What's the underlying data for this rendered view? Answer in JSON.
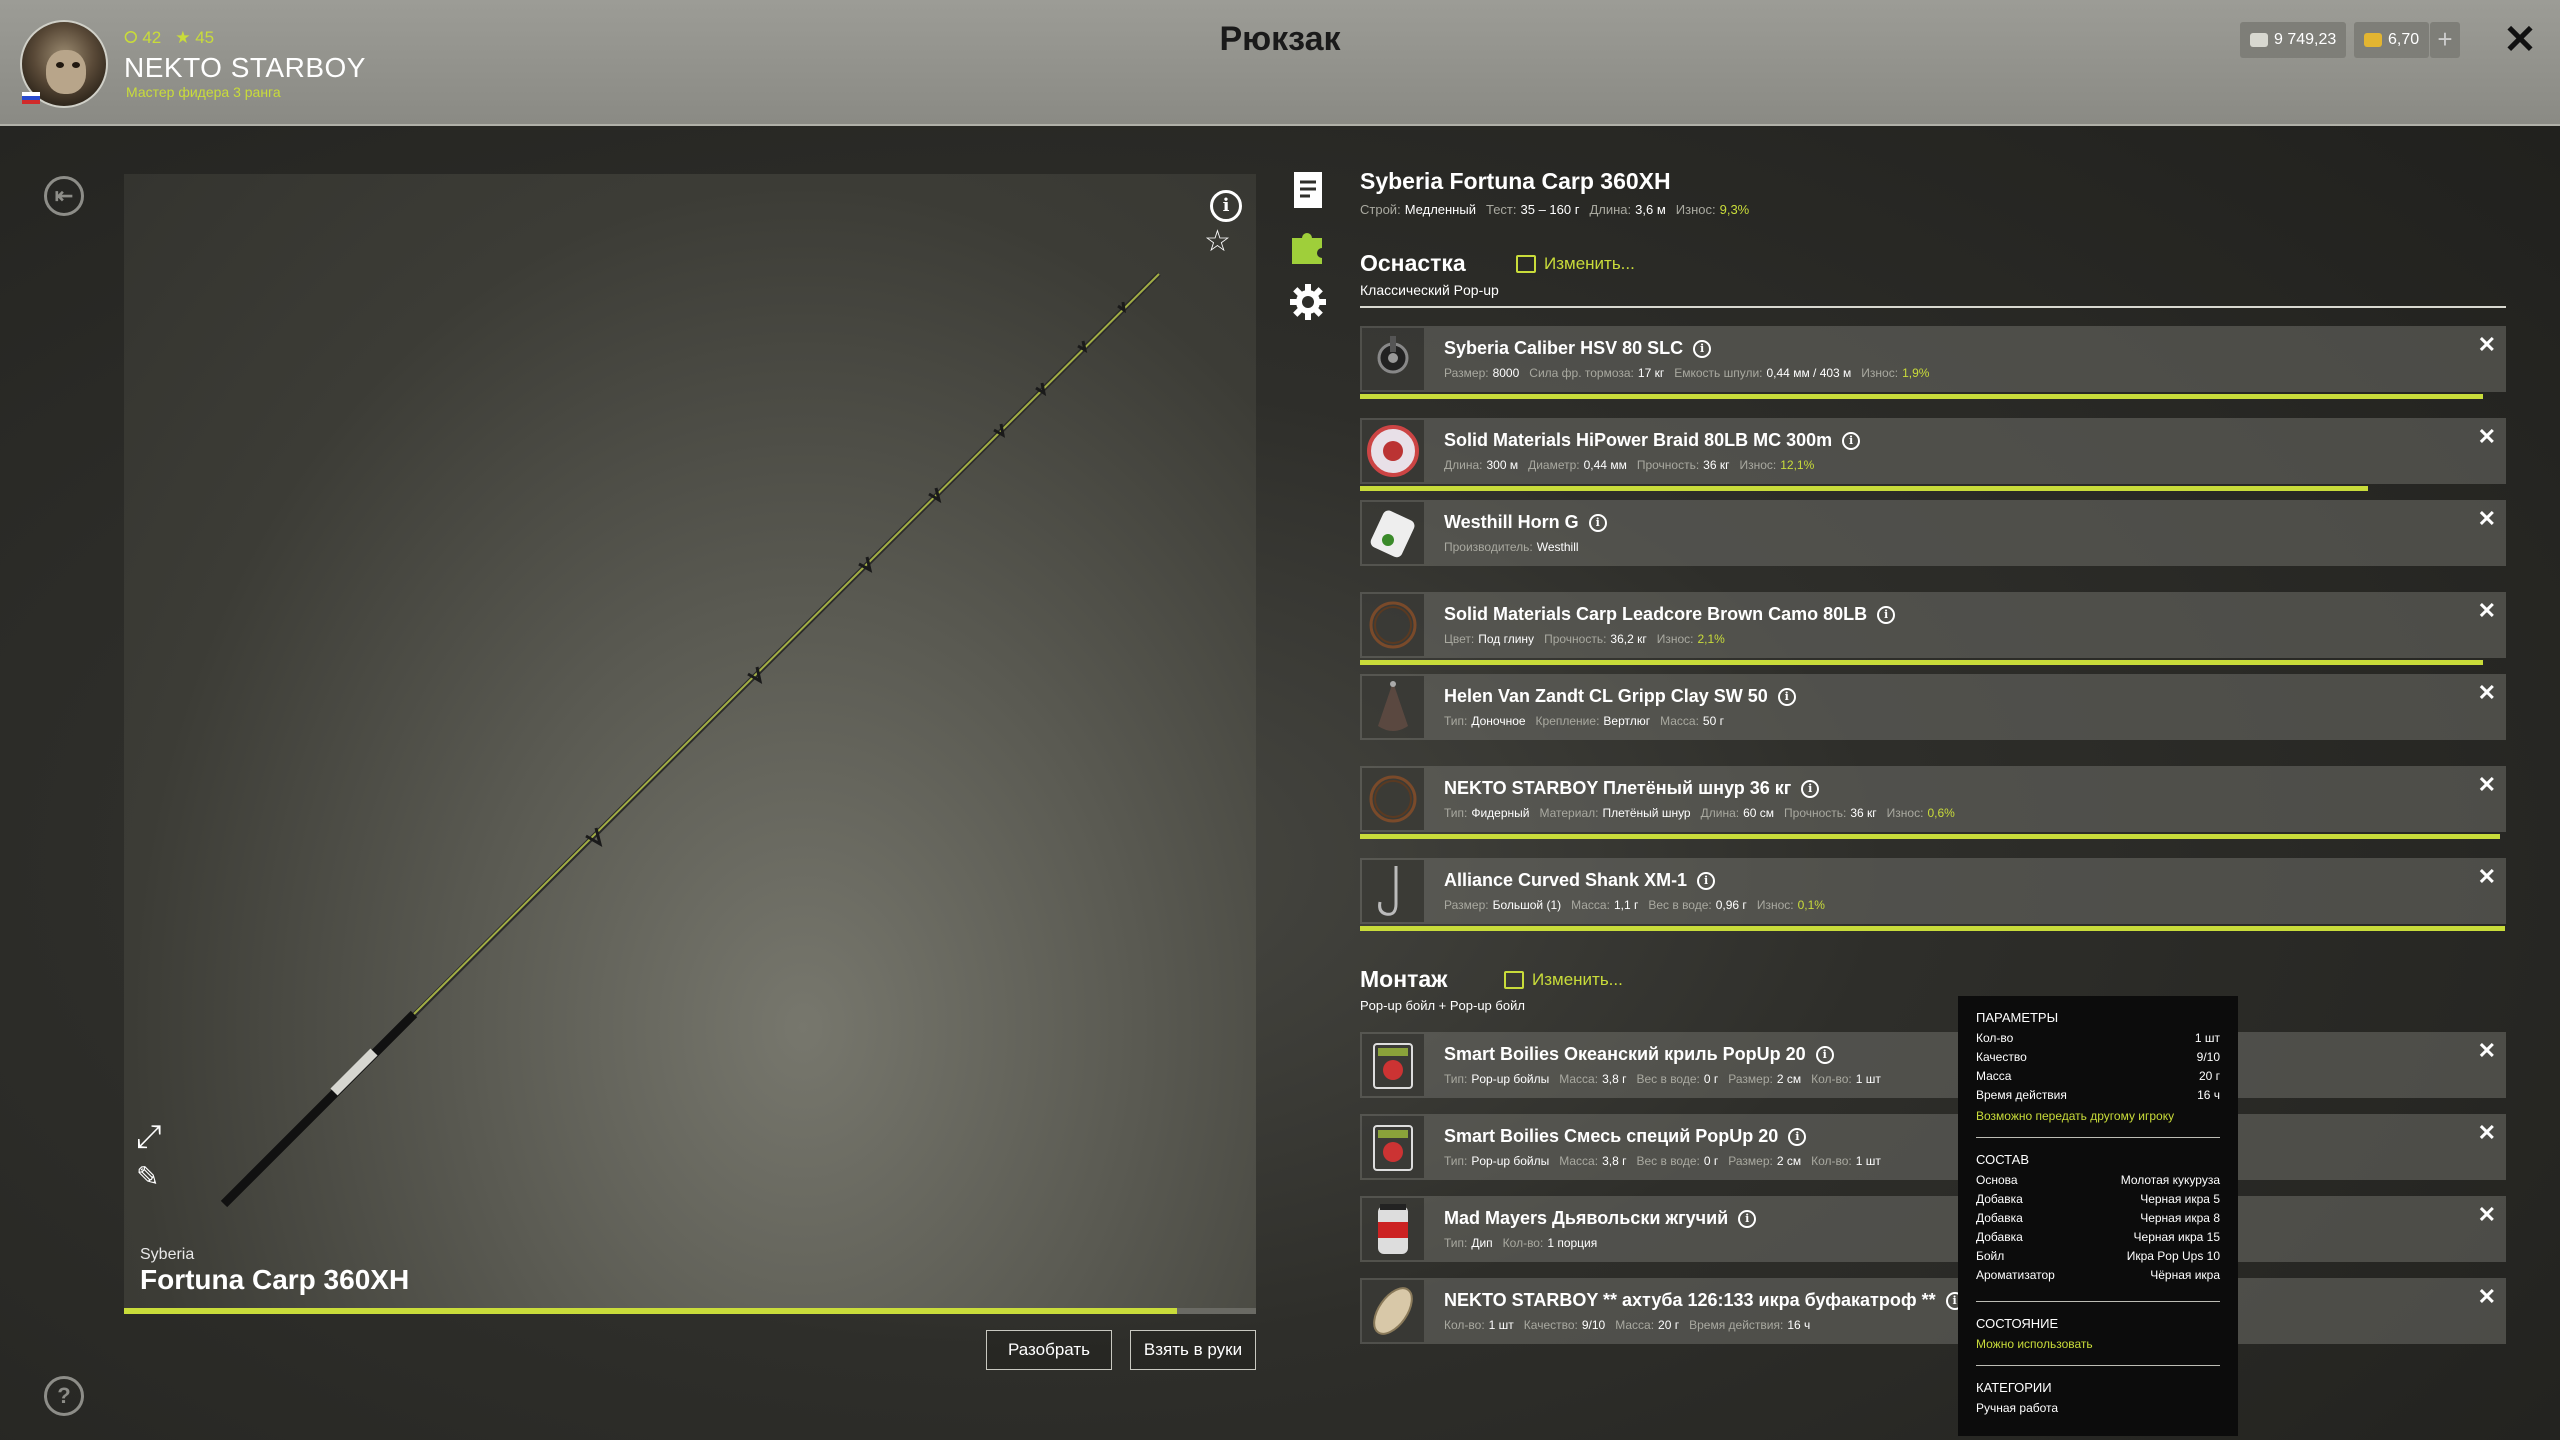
{
  "header": {
    "title": "Рюкзак",
    "player": {
      "level": "42",
      "stars": "45",
      "name": "NEKTO STARBOY",
      "rank": "Мастер фидера 3 ранга"
    },
    "currency_silver": "9 749,23",
    "currency_gold": "6,70",
    "plus": "+",
    "close": "✕"
  },
  "viewer": {
    "brand": "Syberia",
    "name": "Fortuna Carp 360XH",
    "wear_fraction": 0.93,
    "btn_disassemble": "Разобрать",
    "btn_take": "Взять в руки"
  },
  "item": {
    "title": "Syberia Fortuna Carp 360XH",
    "stats": [
      {
        "k": "Строй:",
        "v": "Медленный"
      },
      {
        "k": "Тест:",
        "v": "35 – 160 г"
      },
      {
        "k": "Длина:",
        "v": "3,6 м"
      },
      {
        "k": "Износ:",
        "v": "9,3%",
        "green": true
      }
    ]
  },
  "rig": {
    "title": "Оснастка",
    "edit": "Изменить...",
    "subtitle": "Классический Pop-up",
    "rows": [
      {
        "name": "Syberia Caliber HSV 80 SLC",
        "info": [
          {
            "k": "Размер:",
            "v": "8000"
          },
          {
            "k": "Сила фр. тормоза:",
            "v": "17 кг"
          },
          {
            "k": "Емкость шпули:",
            "v": "0,44 мм / 403 м"
          },
          {
            "k": "Износ:",
            "v": "1,9%",
            "g": true
          }
        ],
        "bar": 0.98,
        "thumb": "reel"
      },
      {
        "name": "Solid Materials HiPower Braid 80LB MC 300m",
        "info": [
          {
            "k": "Длина:",
            "v": "300 м"
          },
          {
            "k": "Диаметр:",
            "v": "0,44 мм"
          },
          {
            "k": "Прочность:",
            "v": "36 кг"
          },
          {
            "k": "Износ:",
            "v": "12,1%",
            "g": true
          }
        ],
        "bar": 0.88,
        "thumb": "spool"
      },
      {
        "name": "Westhill Horn G",
        "info": [
          {
            "k": "Производитель:",
            "v": "Westhill"
          }
        ],
        "bar": null,
        "thumb": "horn"
      },
      {
        "name": "Solid Materials Carp Leadcore Brown Camo 80LB",
        "info": [
          {
            "k": "Цвет:",
            "v": "Под глину"
          },
          {
            "k": "Прочность:",
            "v": "36,2 кг"
          },
          {
            "k": "Износ:",
            "v": "2,1%",
            "g": true
          }
        ],
        "bar": 0.98,
        "thumb": "coil"
      },
      {
        "name": "Helen Van Zandt CL Gripp Clay SW 50",
        "info": [
          {
            "k": "Тип:",
            "v": "Доночное"
          },
          {
            "k": "Крепление:",
            "v": "Вертлюг"
          },
          {
            "k": "Масса:",
            "v": "50 г"
          }
        ],
        "bar": null,
        "thumb": "lead"
      },
      {
        "name": "NEKTO STARBOY Плетёный шнур 36 кг",
        "info": [
          {
            "k": "Тип:",
            "v": "Фидерный"
          },
          {
            "k": "Материал:",
            "v": "Плетёный шнур"
          },
          {
            "k": "Длина:",
            "v": "60 см"
          },
          {
            "k": "Прочность:",
            "v": "36 кг"
          },
          {
            "k": "Износ:",
            "v": "0,6%",
            "g": true
          }
        ],
        "bar": 0.995,
        "thumb": "coil"
      },
      {
        "name": "Alliance Curved Shank XM-1",
        "info": [
          {
            "k": "Размер:",
            "v": "Большой (1)"
          },
          {
            "k": "Масса:",
            "v": "1,1 г"
          },
          {
            "k": "Вес в воде:",
            "v": "0,96 г"
          },
          {
            "k": "Износ:",
            "v": "0,1%",
            "g": true
          }
        ],
        "bar": 0.999,
        "thumb": "hook"
      }
    ]
  },
  "mount": {
    "title": "Монтаж",
    "edit": "Изменить...",
    "subtitle": "Pop-up бойл  +  Pop-up бойл",
    "rows": [
      {
        "name": "Smart Boilies Океанский криль PopUp 20",
        "info": [
          {
            "k": "Тип:",
            "v": "Pop-up бойлы"
          },
          {
            "k": "Масса:",
            "v": "3,8 г"
          },
          {
            "k": "Вес в воде:",
            "v": "0 г"
          },
          {
            "k": "Размер:",
            "v": "2 см"
          },
          {
            "k": "Кол-во:",
            "v": "1 шт"
          }
        ],
        "thumb": "bag"
      },
      {
        "name": "Smart Boilies Смесь специй PopUp 20",
        "info": [
          {
            "k": "Тип:",
            "v": "Pop-up бойлы"
          },
          {
            "k": "Масса:",
            "v": "3,8 г"
          },
          {
            "k": "Вес в воде:",
            "v": "0 г"
          },
          {
            "k": "Размер:",
            "v": "2 см"
          },
          {
            "k": "Кол-во:",
            "v": "1 шт"
          }
        ],
        "thumb": "bag"
      },
      {
        "name": "Mad Mayers Дьявольски жгучий",
        "info": [
          {
            "k": "Тип:",
            "v": "Дип"
          },
          {
            "k": "Кол-во:",
            "v": "1 порция"
          }
        ],
        "thumb": "jar"
      },
      {
        "name": "NEKTO STARBOY ** ахтуба 126:133 икра буфакатроф **",
        "info": [
          {
            "k": "Кол-во:",
            "v": "1 шт"
          },
          {
            "k": "Качество:",
            "v": "9/10"
          },
          {
            "k": "Масса:",
            "v": "20 г"
          },
          {
            "k": "Время действия:",
            "v": "16 ч"
          }
        ],
        "thumb": "mesh"
      }
    ]
  },
  "tooltip": {
    "params_title": "ПАРАМЕТРЫ",
    "params": [
      {
        "k": "Кол-во",
        "v": "1 шт"
      },
      {
        "k": "Качество",
        "v": "9/10"
      },
      {
        "k": "Масса",
        "v": "20 г"
      },
      {
        "k": "Время действия",
        "v": "16 ч"
      }
    ],
    "transfer_note": "Возможно передать другому игроку",
    "composition_title": "СОСТАВ",
    "composition": [
      {
        "k": "Основа",
        "v": "Молотая кукуруза"
      },
      {
        "k": "Добавка",
        "v": "Черная икра 5"
      },
      {
        "k": "Добавка",
        "v": "Черная икра 8"
      },
      {
        "k": "Добавка",
        "v": "Черная икра 15"
      },
      {
        "k": "Бойл",
        "v": "Икра Pop Ups 10"
      },
      {
        "k": "Ароматизатор",
        "v": "Чёрная икра"
      }
    ],
    "state_title": "СОСТОЯНИЕ",
    "state_value": "Можно использовать",
    "categories_title": "КАТЕГОРИИ",
    "categories_value": "Ручная работа"
  },
  "icons": {
    "back": "back-arrow-icon",
    "help": "help-icon",
    "info": "info-icon",
    "favorite": "star-icon",
    "fullscreen": "expand-icon",
    "paint": "brush-icon",
    "tab_description": "document-icon",
    "tab_rig": "puzzle-icon",
    "tab_settings": "gear-icon"
  },
  "colors": {
    "accent": "#c9dc3a"
  }
}
